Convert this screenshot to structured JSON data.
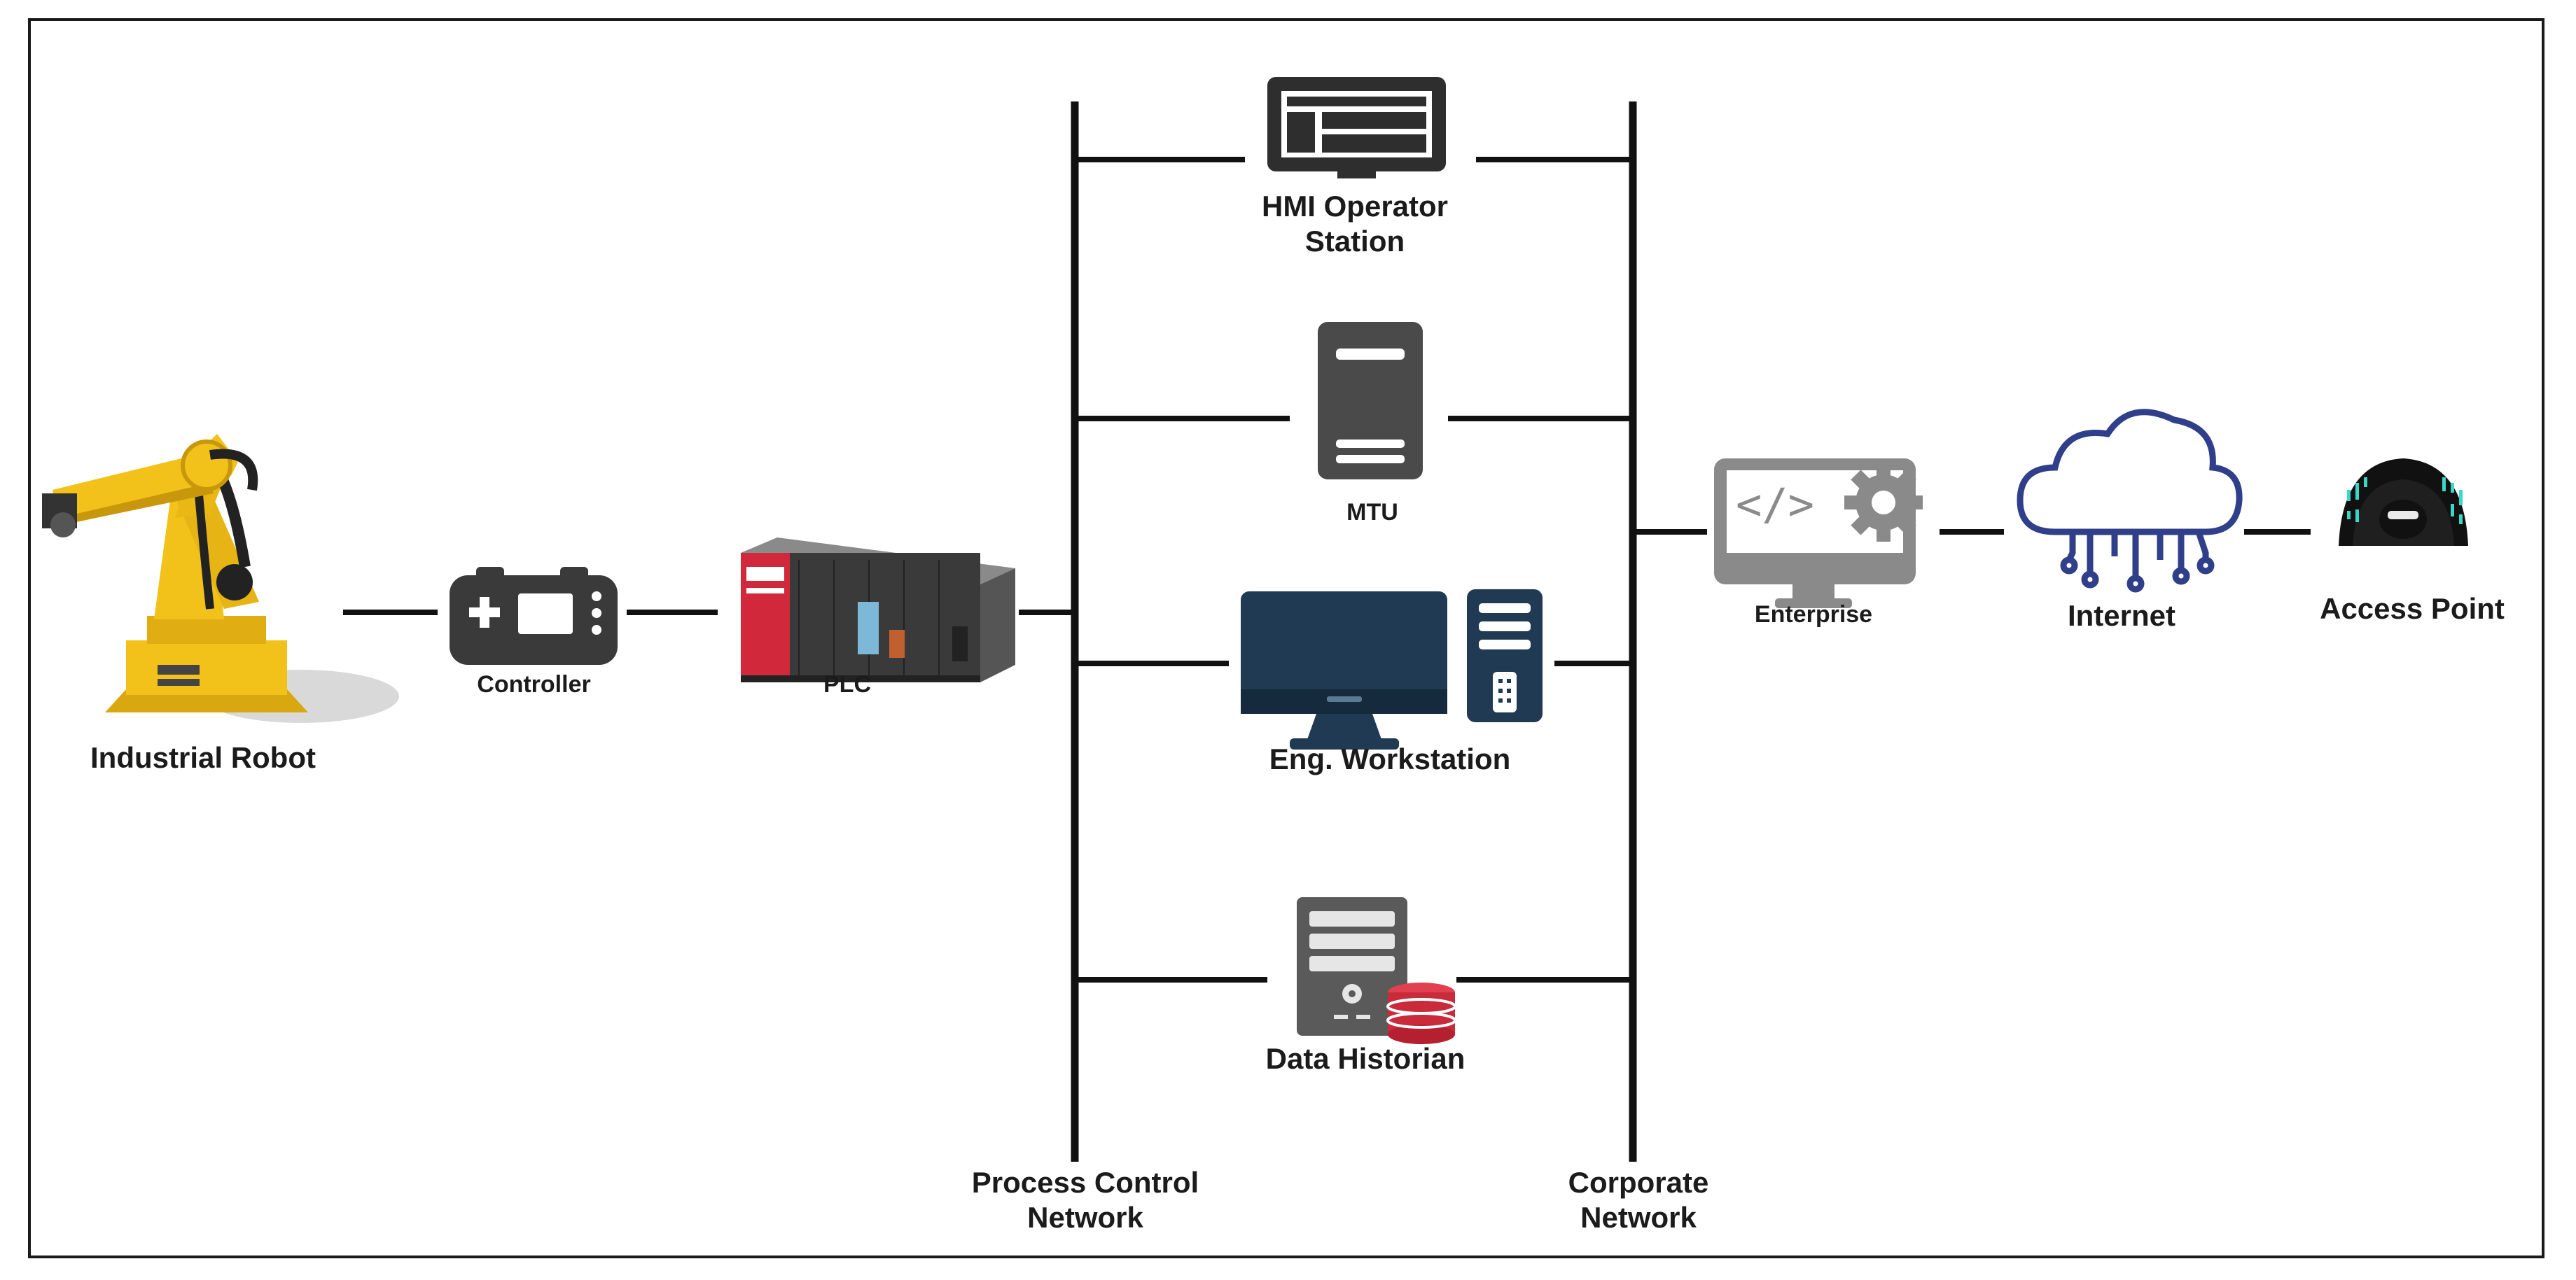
{
  "nodes": {
    "industrial_robot": "Industrial Robot",
    "controller": "Controller",
    "plc": "PLC",
    "hmi_operator_station": [
      "HMI Operator",
      "Station"
    ],
    "mtu": "MTU",
    "eng_workstation": "Eng. Workstation",
    "data_historian": "Data Historian",
    "enterprise": "Enterprise",
    "internet": "Internet",
    "access_point": "Access Point"
  },
  "networks": {
    "process_control": [
      "Process Control",
      "Network"
    ],
    "corporate": [
      "Corporate",
      "Network"
    ]
  },
  "icons": {
    "industrial_robot": "robot-arm-icon",
    "controller": "controller-icon",
    "plc": "plc-rack-icon",
    "hmi_operator_station": "hmi-panel-icon",
    "mtu": "server-tower-icon",
    "eng_workstation": "workstation-icon",
    "data_historian": "database-server-icon",
    "enterprise": "code-monitor-gear-icon",
    "internet": "cloud-network-icon",
    "access_point": "hacker-hooded-icon"
  },
  "colors": {
    "line": "#111111",
    "robot": "#f2c21a",
    "plc_red": "#d2283c",
    "monitor": "#1f3a52",
    "server": "#4a4a4a",
    "cloud": "#2f3f8a",
    "enterprise": "#8a8a8a",
    "hacker_accent": "#3bd6c6"
  }
}
